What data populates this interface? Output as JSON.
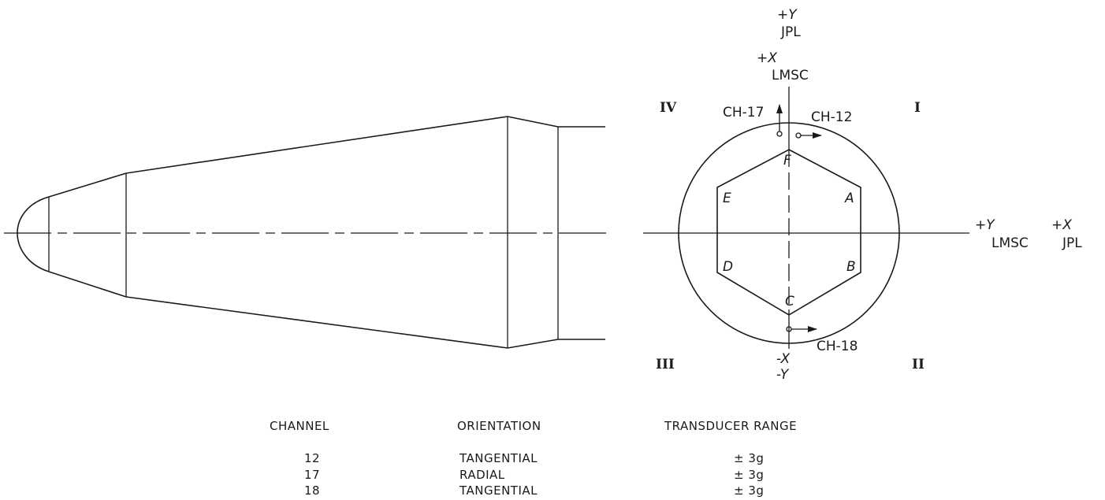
{
  "axes": {
    "top_y_sym": "+Y",
    "top_y_sub": "JPL",
    "top_x_sym": "+X",
    "top_x_sub": "LMSC",
    "right_y_sym": "+Y",
    "right_y_sub": "LMSC",
    "right_x_sym": "+X",
    "right_x_sub": "JPL",
    "bottom_x": "-X",
    "bottom_y": "-Y"
  },
  "quadrants": {
    "q1": "I",
    "q2": "II",
    "q3": "III",
    "q4": "IV"
  },
  "vertices": {
    "a": "A",
    "b": "B",
    "c": "C",
    "d": "D",
    "e": "E",
    "f": "F"
  },
  "channel_labels": {
    "ch17": "CH-17",
    "ch12": "CH-12",
    "ch18": "CH-18"
  },
  "table": {
    "headers": [
      "CHANNEL",
      "ORIENTATION",
      "TRANSDUCER RANGE"
    ],
    "rows": [
      [
        "12",
        "TANGENTIAL",
        "± 3g"
      ],
      [
        "17",
        "RADIAL",
        "± 3g"
      ],
      [
        "18",
        "TANGENTIAL",
        "± 3g"
      ]
    ]
  }
}
